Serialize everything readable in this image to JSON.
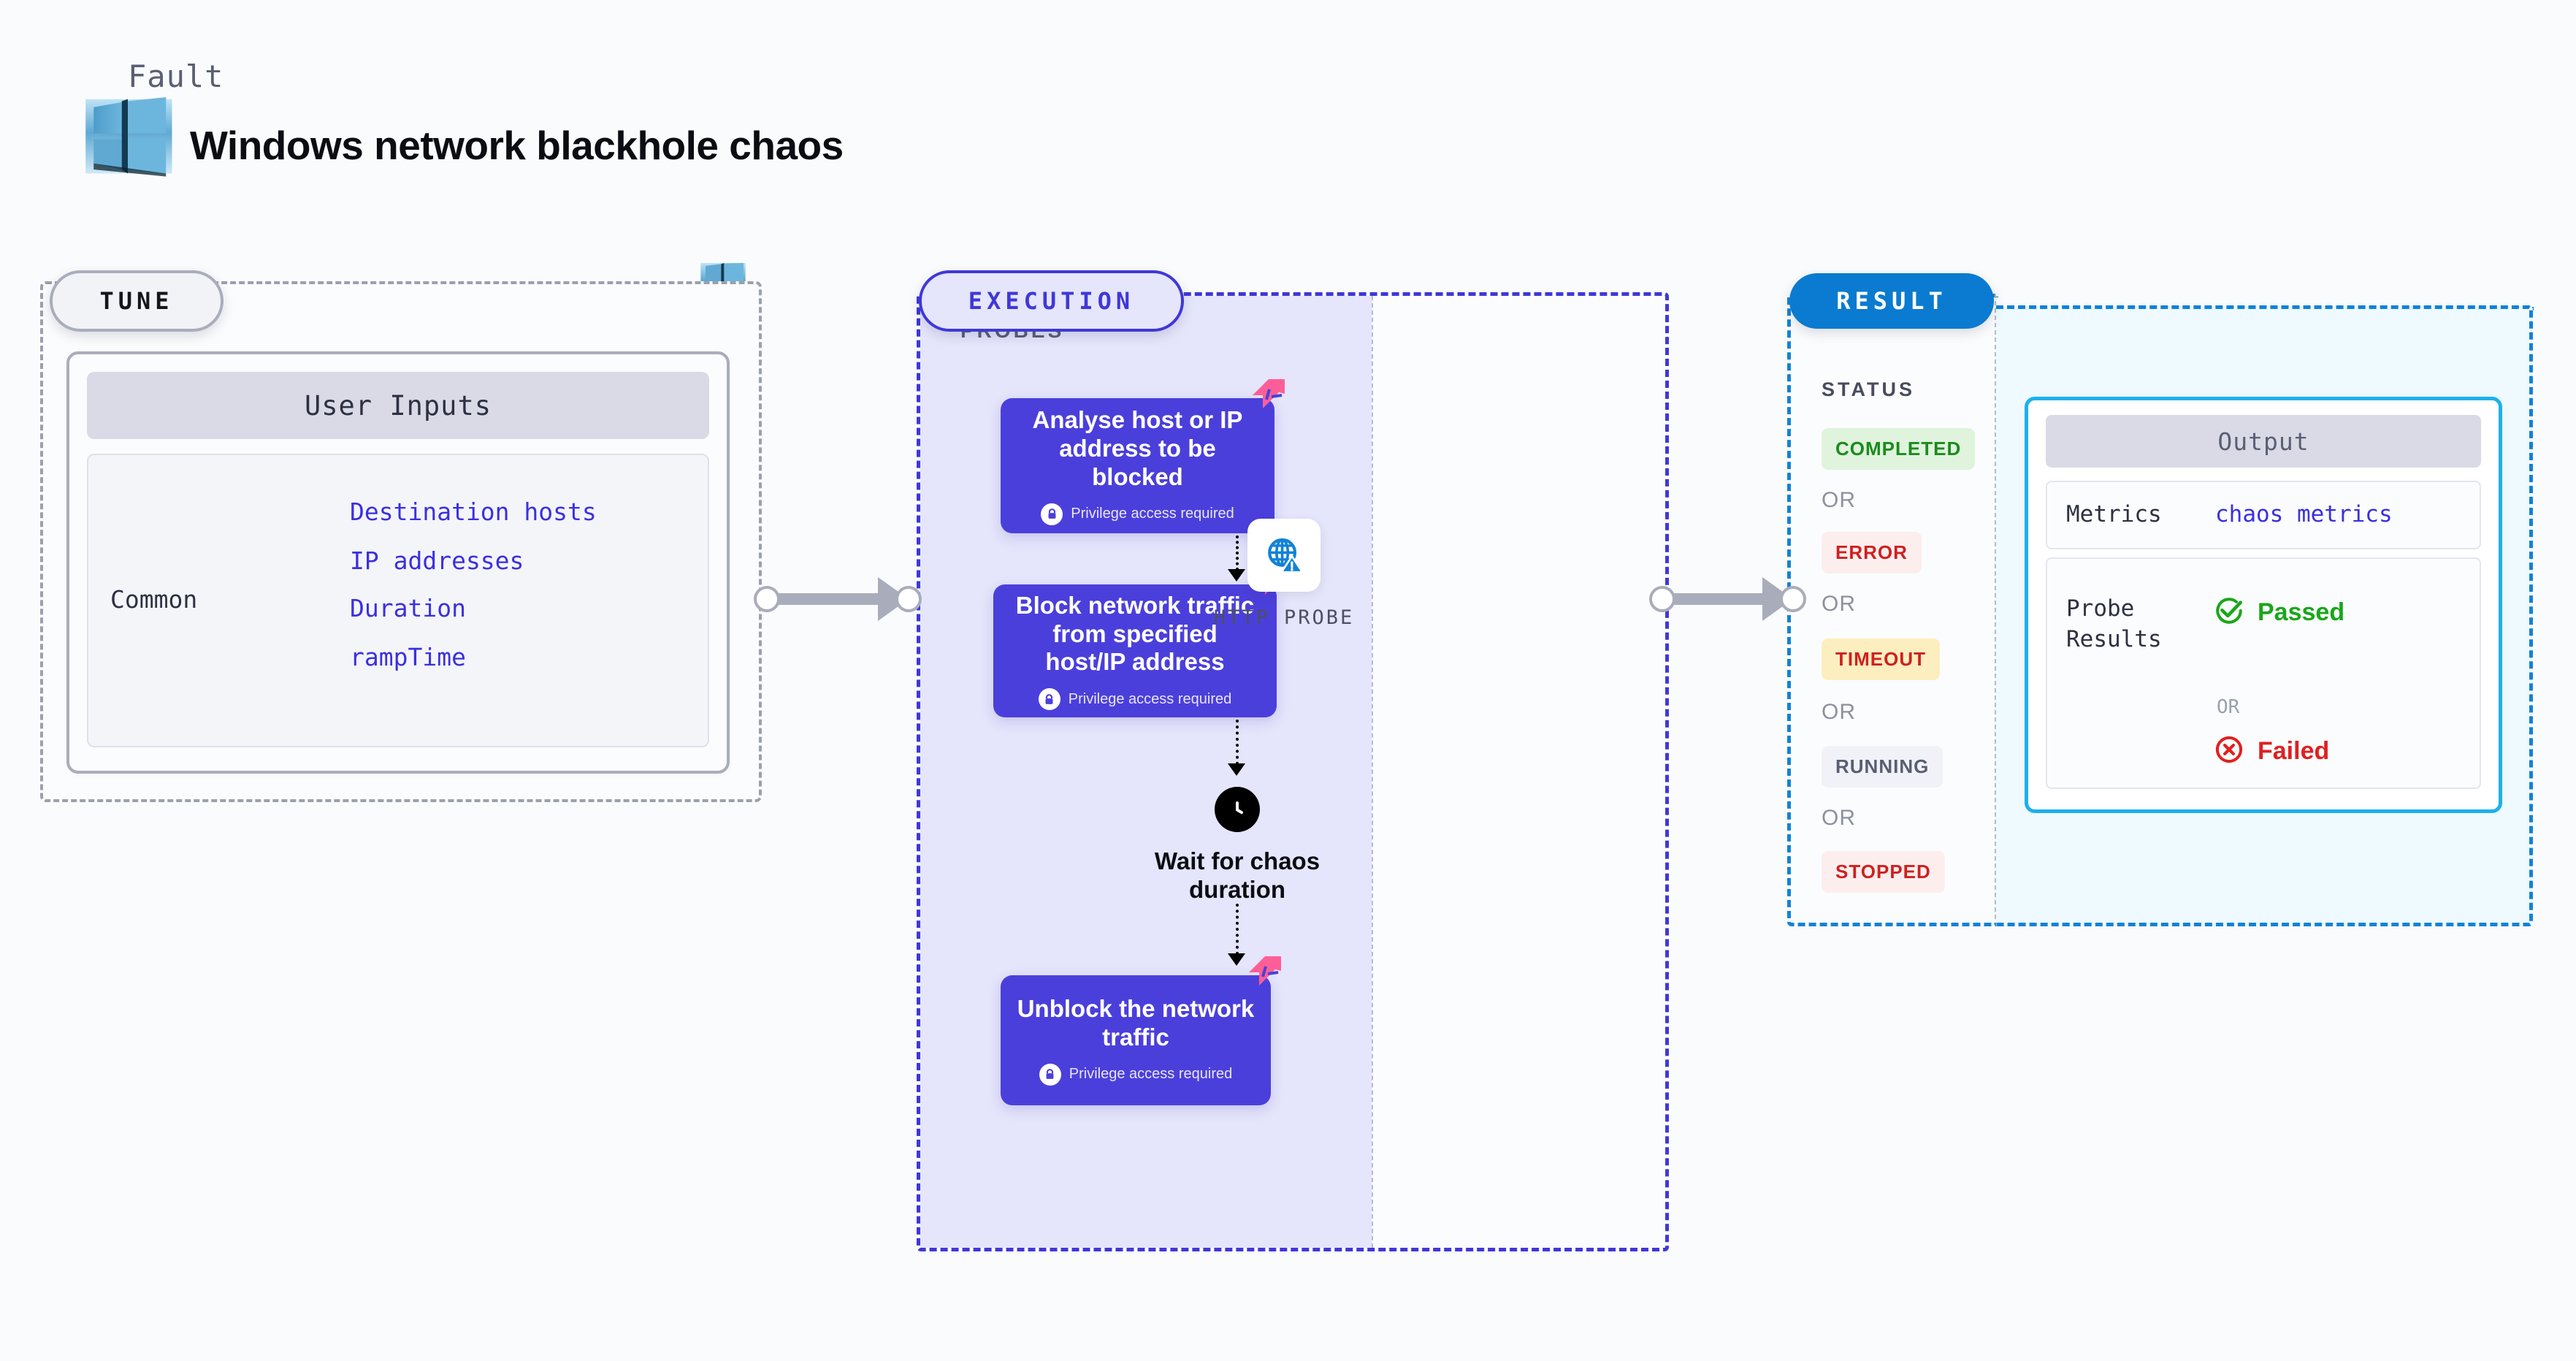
{
  "header": {
    "kicker": "Fault",
    "title": "Windows network blackhole chaos",
    "logo_icon": "windows-logo-icon"
  },
  "tune": {
    "pill_label": "TUNE",
    "card_title": "User Inputs",
    "group_label": "Common",
    "params": [
      "Destination hosts",
      "IP addresses",
      "Duration",
      "rampTime"
    ],
    "logo_icon": "windows-logo-icon"
  },
  "execution": {
    "pill_label": "EXECUTION",
    "privilege_note": "Privilege access required",
    "steps": [
      {
        "title": "Analyse host or IP address to be blocked",
        "badge_icon": "litmus-chaos-icon",
        "lock_icon": "lock-icon"
      },
      {
        "title": "Block network traffic from specified host/IP address",
        "badge_icon": "litmus-chaos-icon",
        "lock_icon": "lock-icon"
      },
      {
        "title": "Unblock the network traffic",
        "badge_icon": "litmus-chaos-icon",
        "lock_icon": "lock-icon"
      }
    ],
    "wait": {
      "label": "Wait for chaos duration",
      "icon": "clock-icon"
    }
  },
  "probes": {
    "section_label": "PROBES",
    "items": [
      {
        "label": "HTTP PROBE",
        "icon": "globe-warning-icon"
      }
    ]
  },
  "result": {
    "pill_label": "RESULT",
    "status_label": "STATUS",
    "or_label": "OR",
    "statuses": [
      {
        "label": "COMPLETED",
        "bg": "#dff3dd",
        "fg": "#1b8b1b"
      },
      {
        "label": "ERROR",
        "bg": "#fdeeee",
        "fg": "#cf2020"
      },
      {
        "label": "TIMEOUT",
        "bg": "#fdeec0",
        "fg": "#cf2020"
      },
      {
        "label": "RUNNING",
        "bg": "#f1f2f7",
        "fg": "#595e73"
      },
      {
        "label": "STOPPED",
        "bg": "#fdeeee",
        "fg": "#cf2020"
      }
    ],
    "output": {
      "title": "Output",
      "metrics_key": "Metrics",
      "metrics_value": "chaos metrics",
      "probe_results_key": "Probe Results",
      "or_label": "OR",
      "passed": {
        "label": "Passed",
        "icon": "check-circle-icon",
        "color": "#1aa61a"
      },
      "failed": {
        "label": "Failed",
        "icon": "x-circle-icon",
        "color": "#e02020"
      }
    }
  },
  "colors": {
    "accent_purple": "#4b3fdb",
    "accent_blue": "#1282d6",
    "badge_pink": "#fc5f97",
    "panel_lavender": "#e5e5fb",
    "panel_cyan": "#eefaff"
  }
}
